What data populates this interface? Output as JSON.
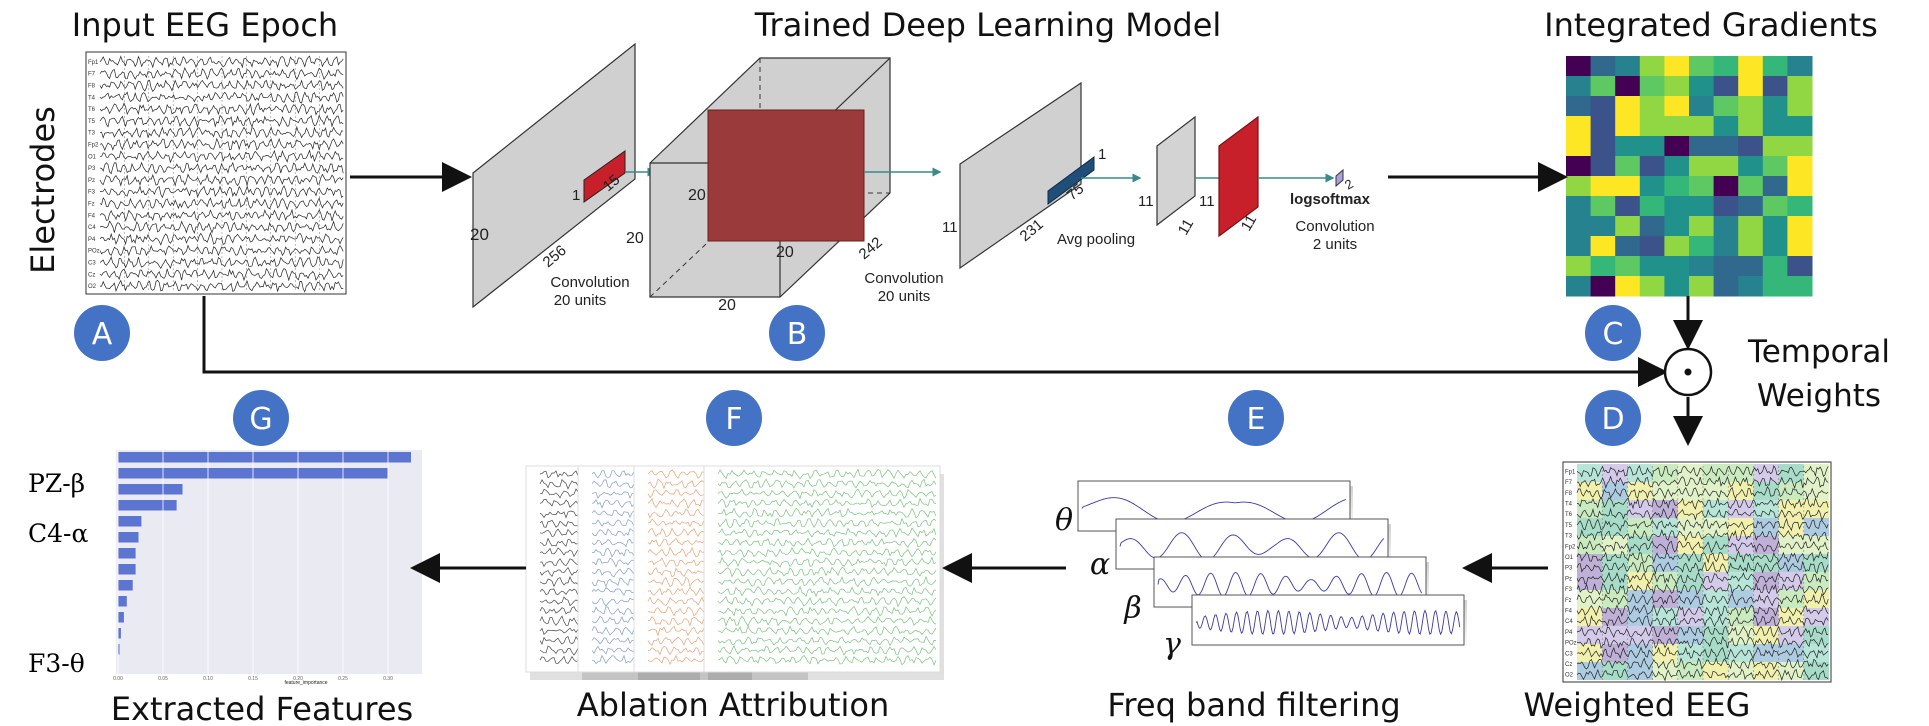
{
  "titles": {
    "input": "Input EEG Epoch",
    "model": "Trained Deep Learning Model",
    "ig": "Integrated Gradients",
    "temporal_1": "Temporal",
    "temporal_2": "Weights",
    "extracted": "Extracted Features",
    "ablation": "Ablation Attribution",
    "freq": "Freq band filtering",
    "weighted": "Weighted EEG",
    "electrodes": "Electrodes"
  },
  "badges": [
    "A",
    "B",
    "C",
    "D",
    "E",
    "F",
    "G"
  ],
  "electrodes": [
    "Fp1",
    "F7",
    "F8",
    "T4",
    "T6",
    "T5",
    "T3",
    "Fp2",
    "O1",
    "P3",
    "Pz",
    "F3",
    "Fz",
    "F4",
    "C4",
    "P4",
    "POz",
    "C3",
    "Cz",
    "O2"
  ],
  "model": {
    "conv1_label_1": "Convolution",
    "conv1_label_2": "20 units",
    "conv1_dims": [
      "20",
      "256",
      "1",
      "15"
    ],
    "cube_dims": [
      "20",
      "20",
      "20",
      "20",
      "242"
    ],
    "conv2_label_1": "Convolution",
    "conv2_label_2": "20 units",
    "layer3_dims": [
      "11",
      "231",
      "1",
      "75"
    ],
    "avg_pool": "Avg pooling",
    "layer4_dims": [
      "11",
      "11"
    ],
    "layer5_dims": [
      "11",
      "11"
    ],
    "conv3_label_1": "Convolution",
    "conv3_label_2": "2 units",
    "output_dim": "2",
    "logsoftmax": "logsoftmax"
  },
  "bands": [
    "θ",
    "α",
    "β",
    "γ"
  ],
  "features": {
    "labels": [
      "PZ-β",
      "C4-α",
      "F3-θ"
    ],
    "importances": [
      1.0,
      0.92,
      0.22,
      0.2,
      0.08,
      0.07,
      0.06,
      0.06,
      0.05,
      0.03,
      0.02,
      0.01,
      0.005
    ],
    "x_ticks": [
      "0.00",
      "0.05",
      "0.10",
      "0.15",
      "0.20",
      "0.25",
      "0.30"
    ],
    "x_label": "feature_importance"
  },
  "colors": {
    "badge": "#4472c4",
    "bar": "#5b75d0",
    "conv_red": "#c8202a",
    "cube_red": "#9a3a3a",
    "pool_blue": "#1f4e79",
    "plane_gray": "#d3d3d3",
    "arrow": "#111111",
    "teal": "#3a8a8a"
  }
}
